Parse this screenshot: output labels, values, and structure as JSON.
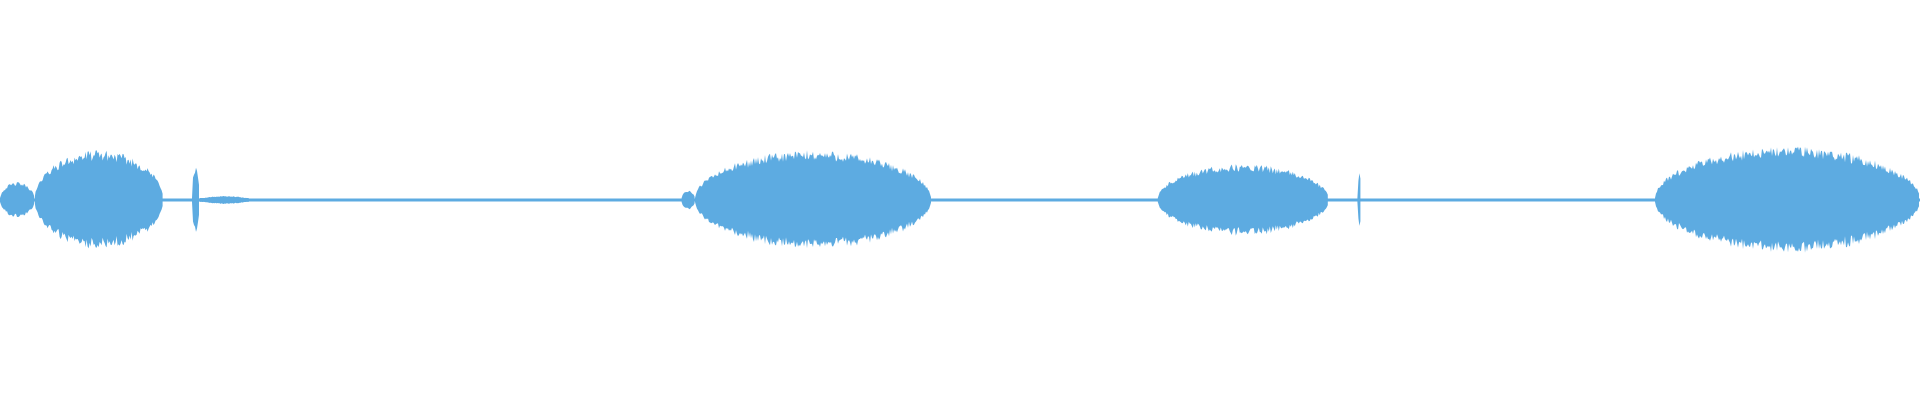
{
  "waveform": {
    "color": "#5dabe1",
    "background": "#ffffff",
    "baseline_amplitude": 0.005,
    "segments": [
      {
        "start": 0.0,
        "end": 0.018,
        "amplitude": 0.09
      },
      {
        "start": 0.018,
        "end": 0.085,
        "amplitude": 0.25
      },
      {
        "start": 0.1,
        "end": 0.104,
        "amplitude": 0.17
      },
      {
        "start": 0.104,
        "end": 0.13,
        "amplitude": 0.02
      },
      {
        "start": 0.355,
        "end": 0.362,
        "amplitude": 0.05
      },
      {
        "start": 0.362,
        "end": 0.485,
        "amplitude": 0.25
      },
      {
        "start": 0.603,
        "end": 0.692,
        "amplitude": 0.18
      },
      {
        "start": 0.707,
        "end": 0.709,
        "amplitude": 0.14
      },
      {
        "start": 0.862,
        "end": 1.0,
        "amplitude": 0.27
      }
    ]
  }
}
